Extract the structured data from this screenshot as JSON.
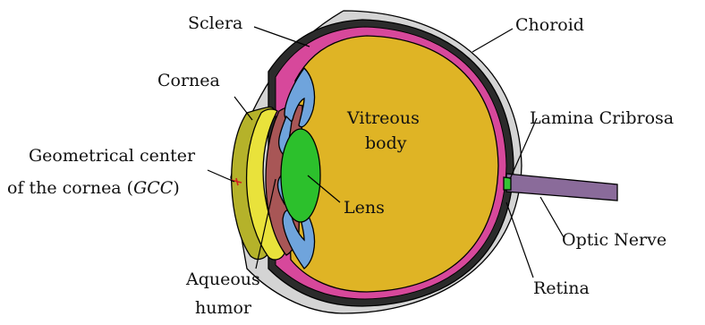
{
  "labels": {
    "sclera": "Sclera",
    "choroid": "Choroid",
    "cornea": "Cornea",
    "lamina_cribrosa": "Lamina Cribrosa",
    "vitreous_line1": "Vitreous",
    "vitreous_line2": "body",
    "gcc_line1": "Geometrical center",
    "gcc_line2_prefix": "of the cornea (",
    "gcc_abbrev": "GCC",
    "gcc_line2_suffix": ")",
    "lens": "Lens",
    "optic_nerve": "Optic Nerve",
    "aqueous_line1": "Aqueous",
    "aqueous_line2": "humor",
    "retina": "Retina"
  },
  "colors": {
    "sclera": "#d4d4d4",
    "choroid": "#2b2b2b",
    "retina_layer": "#d7489b",
    "vitreous": "#dfb425",
    "cornea_outer": "#b5b22a",
    "cornea_inner": "#e9e23b",
    "aqueous": "#a85656",
    "ciliary": "#6fa4dc",
    "lens": "#2cc02c",
    "optic_nerve": "#8a6b9a",
    "lamina": "#34c234",
    "gcc_marker": "#d02020"
  }
}
